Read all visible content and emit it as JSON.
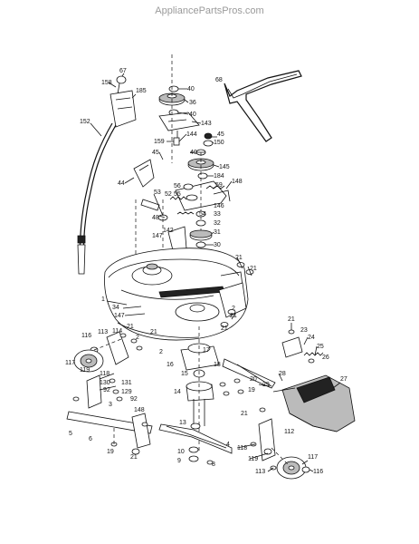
{
  "watermark": "AppliancePartsPros.com",
  "callouts": [
    {
      "id": "c67",
      "text": "67"
    },
    {
      "id": "c158",
      "text": "158"
    },
    {
      "id": "c185",
      "text": "185"
    },
    {
      "id": "c68",
      "text": "68"
    },
    {
      "id": "c40a",
      "text": "40"
    },
    {
      "id": "c36",
      "text": "36"
    },
    {
      "id": "c40b",
      "text": "40"
    },
    {
      "id": "c143",
      "text": "143"
    },
    {
      "id": "c152",
      "text": "152"
    },
    {
      "id": "c144",
      "text": "144"
    },
    {
      "id": "c45a",
      "text": "45"
    },
    {
      "id": "c159",
      "text": "159"
    },
    {
      "id": "c150",
      "text": "150"
    },
    {
      "id": "c40c",
      "text": "40"
    },
    {
      "id": "c45b",
      "text": "45"
    },
    {
      "id": "c145",
      "text": "145"
    },
    {
      "id": "c184",
      "text": "184"
    },
    {
      "id": "c44",
      "text": "44"
    },
    {
      "id": "c59",
      "text": "59"
    },
    {
      "id": "c148a",
      "text": "148"
    },
    {
      "id": "c53",
      "text": "53"
    },
    {
      "id": "c52",
      "text": "52"
    },
    {
      "id": "c56",
      "text": "56"
    },
    {
      "id": "c55",
      "text": "55"
    },
    {
      "id": "c146",
      "text": "146"
    },
    {
      "id": "c54",
      "text": "54"
    },
    {
      "id": "c33",
      "text": "33"
    },
    {
      "id": "c48",
      "text": "48"
    },
    {
      "id": "c32",
      "text": "32"
    },
    {
      "id": "c142",
      "text": "142"
    },
    {
      "id": "c31",
      "text": "31"
    },
    {
      "id": "c147a",
      "text": "147"
    },
    {
      "id": "c30",
      "text": "30"
    },
    {
      "id": "c21a",
      "text": "21"
    },
    {
      "id": "c21b",
      "text": "21"
    },
    {
      "id": "c1",
      "text": "1"
    },
    {
      "id": "c34",
      "text": "34"
    },
    {
      "id": "c147b",
      "text": "147"
    },
    {
      "id": "c2a",
      "text": "2"
    },
    {
      "id": "c21c",
      "text": "21"
    },
    {
      "id": "c21d",
      "text": "21"
    },
    {
      "id": "c113a",
      "text": "113"
    },
    {
      "id": "c114",
      "text": "114"
    },
    {
      "id": "c21e",
      "text": "21"
    },
    {
      "id": "c116a",
      "text": "116"
    },
    {
      "id": "c2b",
      "text": "2"
    },
    {
      "id": "c2c",
      "text": "2"
    },
    {
      "id": "c117a",
      "text": "117"
    },
    {
      "id": "c119a",
      "text": "119"
    },
    {
      "id": "c23",
      "text": "23"
    },
    {
      "id": "c24",
      "text": "24"
    },
    {
      "id": "c25",
      "text": "25"
    },
    {
      "id": "c26",
      "text": "26"
    },
    {
      "id": "c27",
      "text": "27"
    },
    {
      "id": "c28",
      "text": "28"
    },
    {
      "id": "c16",
      "text": "16"
    },
    {
      "id": "c17",
      "text": "17"
    },
    {
      "id": "c18",
      "text": "18"
    },
    {
      "id": "c118a",
      "text": "118"
    },
    {
      "id": "c130",
      "text": "130"
    },
    {
      "id": "c131",
      "text": "131"
    },
    {
      "id": "c15",
      "text": "15"
    },
    {
      "id": "c20",
      "text": "20"
    },
    {
      "id": "c29",
      "text": "29"
    },
    {
      "id": "c19a",
      "text": "19"
    },
    {
      "id": "c92a",
      "text": "92"
    },
    {
      "id": "c129",
      "text": "129"
    },
    {
      "id": "c92b",
      "text": "92"
    },
    {
      "id": "c14",
      "text": "14"
    },
    {
      "id": "c3",
      "text": "3"
    },
    {
      "id": "c148b",
      "text": "148"
    },
    {
      "id": "c21f",
      "text": "21"
    },
    {
      "id": "c13",
      "text": "13"
    },
    {
      "id": "c5",
      "text": "5"
    },
    {
      "id": "c6",
      "text": "6"
    },
    {
      "id": "c112",
      "text": "112"
    },
    {
      "id": "c10",
      "text": "10"
    },
    {
      "id": "c9",
      "text": "9"
    },
    {
      "id": "c118b",
      "text": "118"
    },
    {
      "id": "c119b",
      "text": "119"
    },
    {
      "id": "c117b",
      "text": "117"
    },
    {
      "id": "c4",
      "text": "4"
    },
    {
      "id": "c19b",
      "text": "19"
    },
    {
      "id": "c21g",
      "text": "21"
    },
    {
      "id": "c8",
      "text": "8"
    },
    {
      "id": "c113b",
      "text": "113"
    },
    {
      "id": "c116b",
      "text": "116"
    },
    {
      "id": "c21h",
      "text": "21"
    },
    {
      "id": "c21i",
      "text": "21"
    }
  ]
}
